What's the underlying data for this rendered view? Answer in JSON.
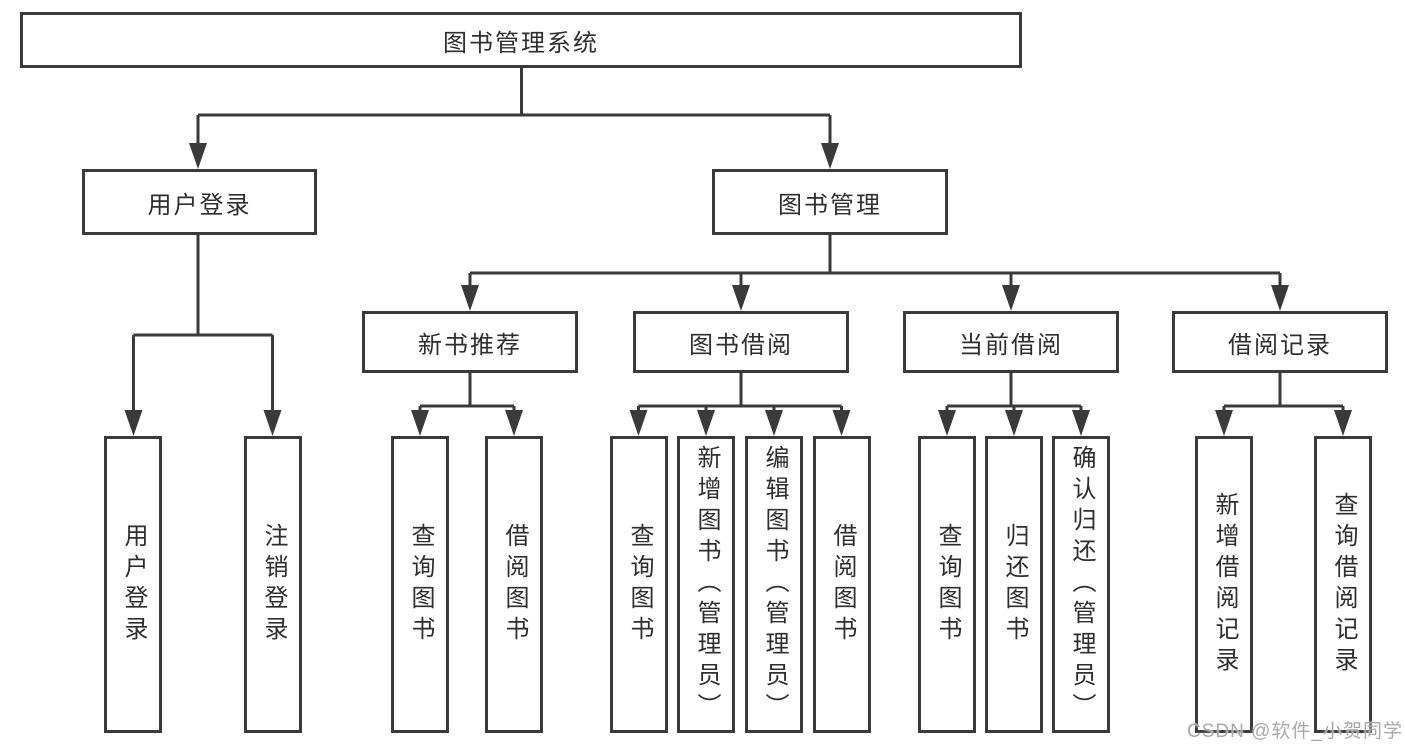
{
  "tree": {
    "root": {
      "label": "图书管理系统"
    },
    "branches": [
      {
        "label": "用户登录",
        "children": [
          {
            "label": "用户登录"
          },
          {
            "label": "注销登录"
          }
        ]
      },
      {
        "label": "图书管理",
        "sections": [
          {
            "label": "新书推荐",
            "children": [
              {
                "label": "查询图书"
              },
              {
                "label": "借阅图书"
              }
            ]
          },
          {
            "label": "图书借阅",
            "children": [
              {
                "label": "查询图书"
              },
              {
                "label": "新增图书（管理员）"
              },
              {
                "label": "编辑图书（管理员）"
              },
              {
                "label": "借阅图书"
              }
            ]
          },
          {
            "label": "当前借阅",
            "children": [
              {
                "label": "查询图书"
              },
              {
                "label": "归还图书"
              },
              {
                "label": "确认归还（管理员）"
              }
            ]
          },
          {
            "label": "借阅记录",
            "children": [
              {
                "label": "新增借阅记录"
              },
              {
                "label": "查询借阅记录"
              }
            ]
          }
        ]
      }
    ]
  },
  "watermark": {
    "text": "CSDN @软件_小贺同学"
  },
  "colors": {
    "line": "#3a3a3a",
    "text": "#2e2e2e",
    "watermark": "#a9a9a9",
    "background": "#ffffff"
  }
}
